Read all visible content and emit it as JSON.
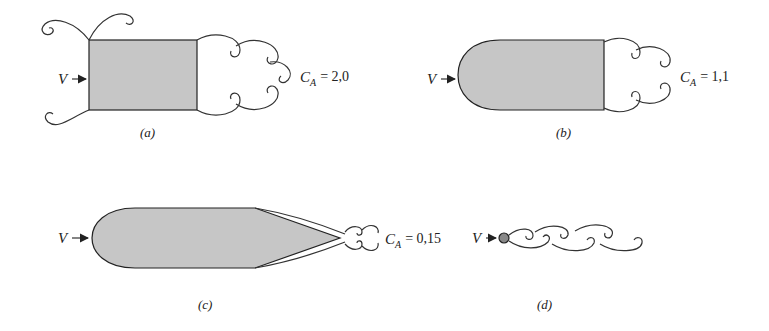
{
  "diagram": {
    "labels": [
      "V",
      "C",
      "A",
      "= 2,0",
      "V",
      "C",
      "A",
      "= 1,1",
      "(a)",
      "(b)",
      "V",
      "C",
      "A",
      "= 0,15",
      "V",
      "(c)",
      "(d)"
    ]
  }
}
